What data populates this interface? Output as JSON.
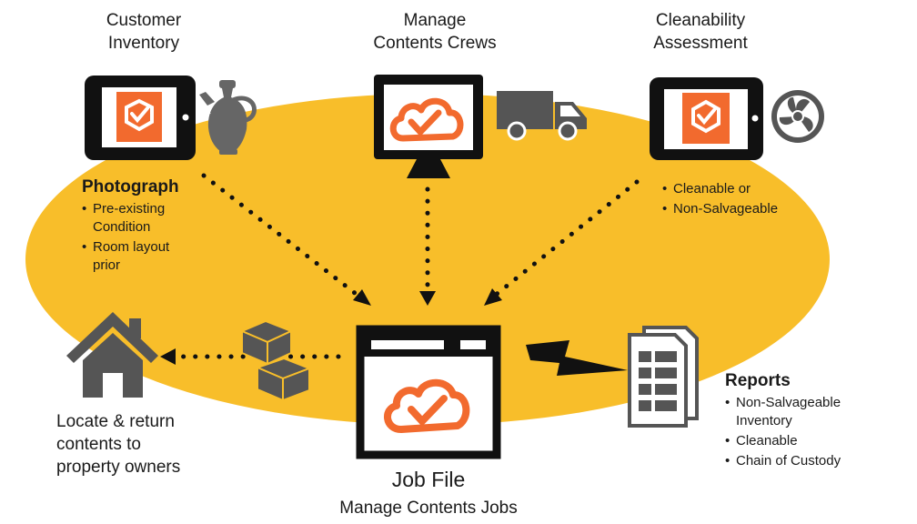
{
  "colors": {
    "ellipse": "#f8be2a",
    "device": "#111111",
    "accent": "#f26a2e",
    "gray": "#555555"
  },
  "labels": {
    "customer_inventory": [
      "Customer",
      "Inventory"
    ],
    "manage_crews": [
      "Manage",
      "Contents Crews"
    ],
    "cleanability": [
      "Cleanability",
      "Assessment"
    ],
    "job_file_title": "Job File",
    "job_file_subtitle": "Manage Contents Jobs",
    "locate_return": [
      "Locate & return",
      "contents to",
      "property owners"
    ]
  },
  "photograph": {
    "heading": "Photograph",
    "bullets": [
      [
        "Pre-existing",
        "Condition"
      ],
      [
        "Room layout",
        "prior"
      ]
    ]
  },
  "cleanability_bullets": [
    "Cleanable or",
    "Non-Salvageable"
  ],
  "reports": {
    "heading": "Reports",
    "bullets": [
      [
        "Non-Salvageable",
        "Inventory"
      ],
      [
        "Cleanable"
      ],
      [
        "Chain of Custody"
      ]
    ]
  },
  "icons": {
    "tablet_left": "tablet-check-icon",
    "vase": "broken-vase-icon",
    "monitor": "monitor-cloud-icon",
    "truck": "truck-icon",
    "tablet_right": "tablet-check-icon",
    "fan": "fan-icon",
    "job_window": "window-cloud-icon",
    "house": "house-icon",
    "boxes": "boxes-icon",
    "reports": "document-table-icon",
    "lightning": "lightning-icon"
  }
}
